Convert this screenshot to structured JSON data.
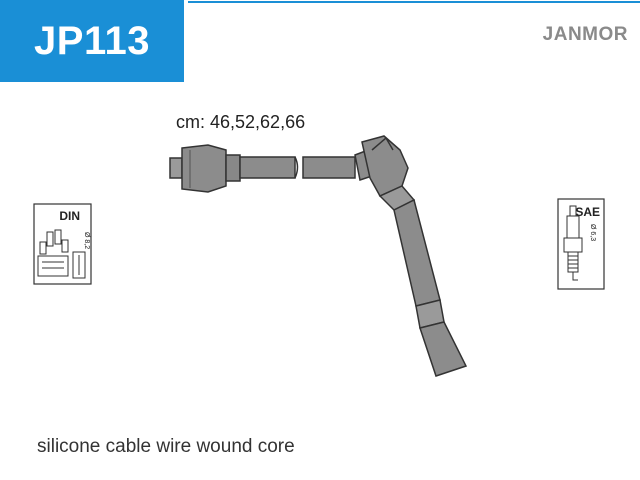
{
  "header": {
    "part_code": "JP113",
    "brand": "JANMOR",
    "accent_color": "#1a8fd6"
  },
  "product": {
    "lengths": "cm: 46,52,62,66",
    "description": "silicone cable wire wound core"
  },
  "icons": {
    "distributor": {
      "name": "distributor-cap-icon",
      "standard": "DIN",
      "diameter": "Ø 8,2"
    },
    "spark_plug": {
      "name": "spark-plug-icon",
      "standard": "SAE",
      "diameter": "Ø 6,3"
    }
  }
}
